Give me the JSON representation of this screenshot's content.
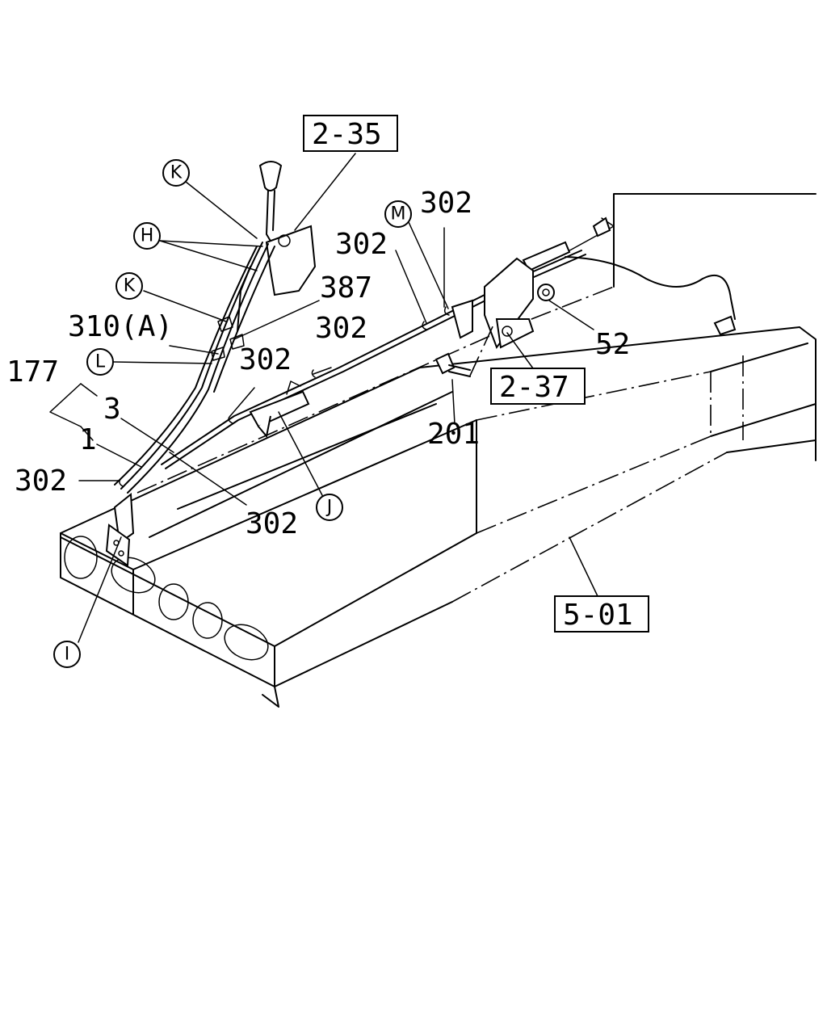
{
  "callouts": {
    "ref_2_35": "2-35",
    "ref_2_37": "2-37",
    "ref_5_01": "5-01",
    "p302_a": "302",
    "p302_b": "302",
    "p302_c": "302",
    "p302_d": "302",
    "p302_e": "302",
    "p302_f": "302",
    "p387": "387",
    "p310a": "310(A)",
    "p177": "177",
    "p3": "3",
    "p1": "1",
    "p52": "52",
    "p201": "201"
  },
  "circled": {
    "k_upper": "K",
    "h": "H",
    "k_lower": "K",
    "l": "L",
    "m": "M",
    "j": "J",
    "i": "I"
  }
}
